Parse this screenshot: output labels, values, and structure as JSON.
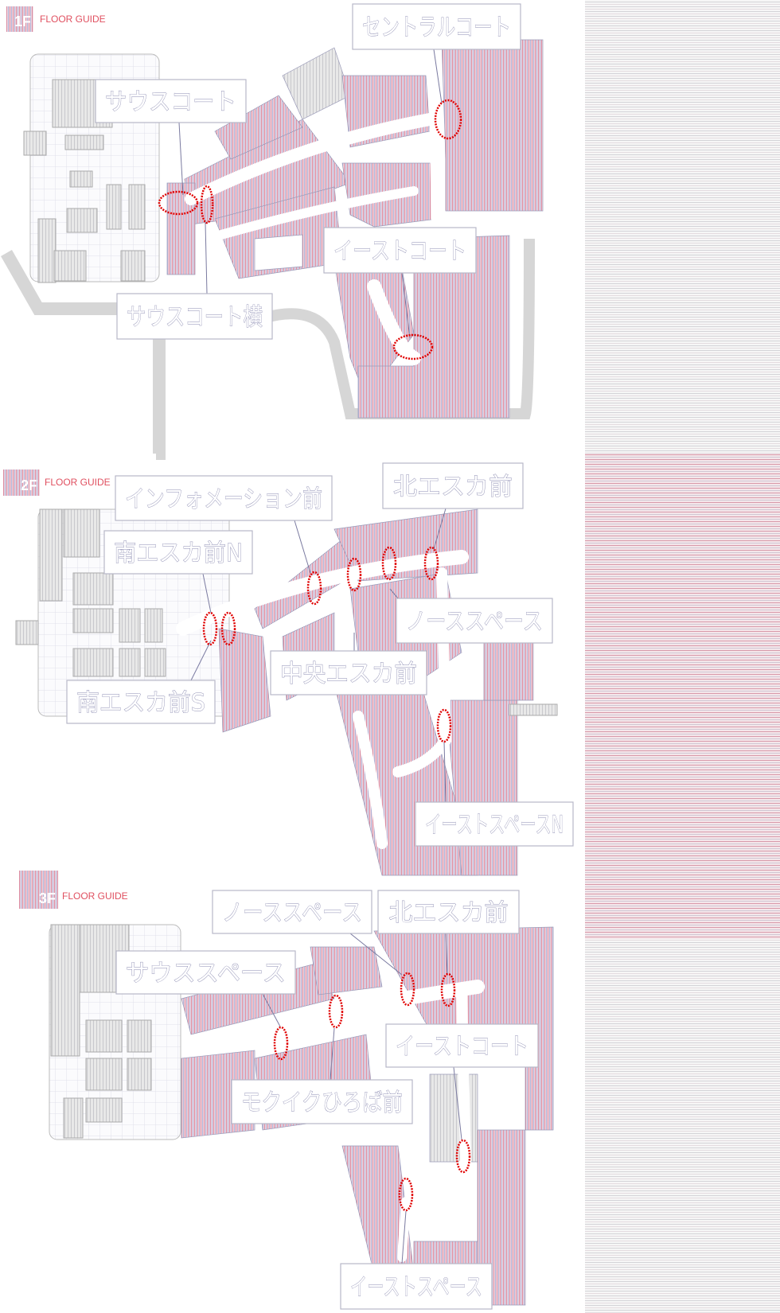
{
  "floors": [
    {
      "floor_label": "1F",
      "guide_label": "FLOOR GUIDE",
      "spots": [
        "セントラルコート",
        "サウスコート",
        "イーストコート",
        "サウスコート横"
      ]
    },
    {
      "floor_label": "2F",
      "guide_label": "FLOOR GUIDE",
      "spots": [
        "インフォメーション前",
        "北エスカ前",
        "南エスカ前N",
        "ノーススペース",
        "中央エスカ前",
        "南エスカ前S",
        "イーストスペースN"
      ]
    },
    {
      "floor_label": "3F",
      "guide_label": "FLOOR GUIDE",
      "spots": [
        "ノーススペース",
        "北エスカ前",
        "サウススペース",
        "イーストコート",
        "モクイクひろば前",
        "イーストスペース"
      ]
    }
  ],
  "colors": {
    "accent": "#e05060",
    "marker": "#e00000",
    "shop_stripe_pink": "#e0a0b4",
    "shop_stripe_blue": "#b8b8d8",
    "facility_gray": "#d4d4d4",
    "grid": "#e4e4ec"
  },
  "icons": [
    "floor-badge-icon",
    "location-marker-icon"
  ]
}
